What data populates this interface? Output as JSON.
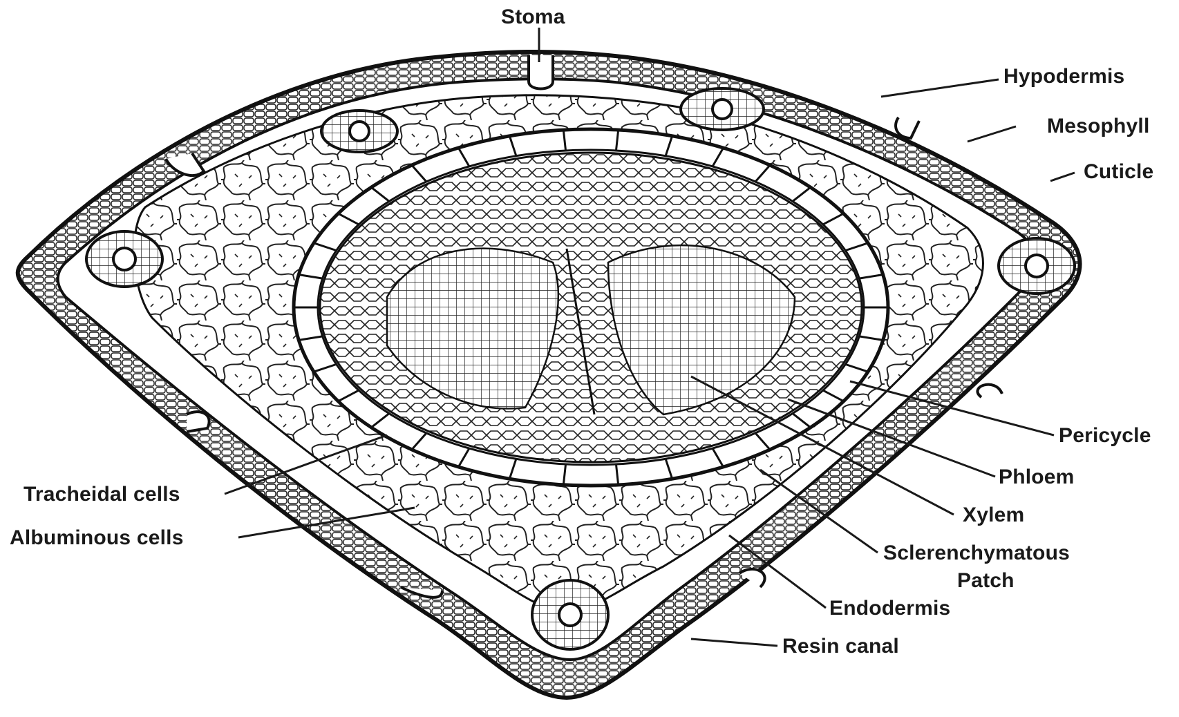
{
  "labels": {
    "stoma": "Stoma",
    "hypodermis": "Hypodermis",
    "mesophyll": "Mesophyll",
    "cuticle": "Cuticle",
    "pericycle": "Pericycle",
    "phloem": "Phloem",
    "xylem": "Xylem",
    "sclerenchymatous_1": "Sclerenchymatous",
    "sclerenchymatous_2": "Patch",
    "endodermis": "Endodermis",
    "resin_canal": "Resin canal",
    "tracheidal_cells": "Tracheidal cells",
    "albuminous_cells": "Albuminous cells"
  },
  "colors": {
    "ink": "#111111",
    "paper": "#ffffff"
  }
}
